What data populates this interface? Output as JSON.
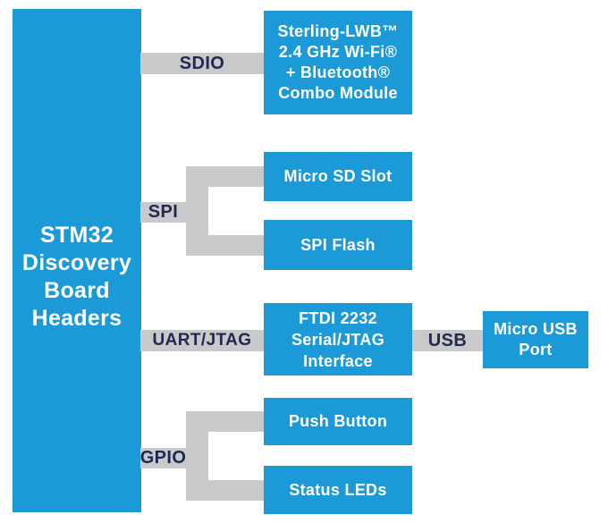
{
  "colors": {
    "background": "#ffffff",
    "box_blue": "#1B9AD7",
    "box_text": "#ffffff",
    "connector_gray": "#C8C9CB",
    "label_navy": "#232850"
  },
  "left_block": {
    "label": "STM32\nDiscovery\nBoard\nHeaders"
  },
  "buses": {
    "sdio": {
      "label": "SDIO"
    },
    "spi": {
      "label": "SPI"
    },
    "uart_jtag": {
      "label": "UART/JTAG"
    },
    "usb": {
      "label": "USB"
    },
    "gpio": {
      "label": "GPIO"
    }
  },
  "blocks": {
    "combo_module": {
      "label": "Sterling-LWB™\n2.4 GHz Wi-Fi®\n+ Bluetooth®\nCombo Module"
    },
    "micro_sd_slot": {
      "label": "Micro SD Slot"
    },
    "spi_flash": {
      "label": "SPI Flash"
    },
    "ftdi_interface": {
      "label": "FTDI 2232\nSerial/JTAG\nInterface"
    },
    "micro_usb_port": {
      "label": "Micro USB\nPort"
    },
    "push_button": {
      "label": "Push Button"
    },
    "status_leds": {
      "label": "Status LEDs"
    }
  }
}
